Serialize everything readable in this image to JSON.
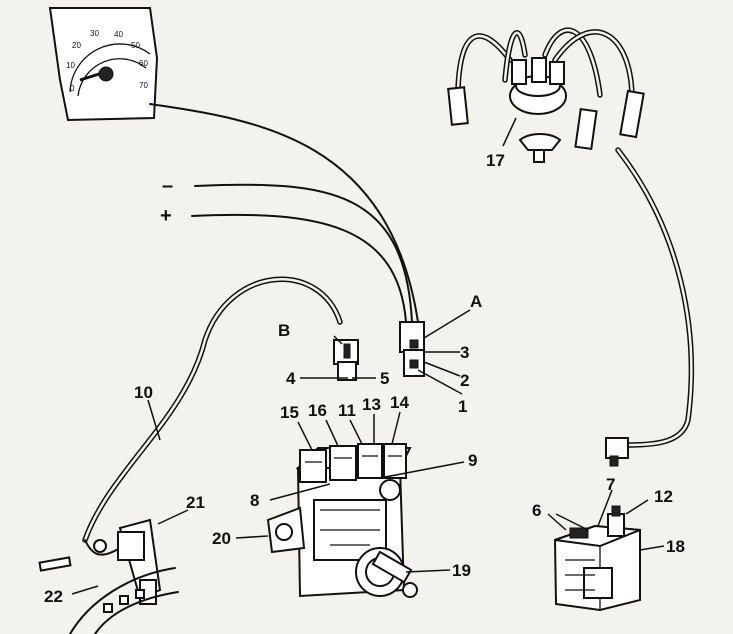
{
  "colors": {
    "ink": "#111111",
    "paper": "#f4f2ec"
  },
  "gauge": {
    "ticks": [
      "0",
      "10",
      "20",
      "30",
      "40",
      "50",
      "60",
      "70"
    ]
  },
  "signs": {
    "negative": "–",
    "positive": "+"
  },
  "callouts": {
    "n1": "1",
    "n2": "2",
    "n3": "3",
    "n4": "4",
    "n5": "5",
    "n6": "6",
    "n7": "7",
    "n8": "8",
    "n9": "9",
    "n10": "10",
    "n11": "11",
    "n12": "12",
    "n13": "13",
    "n14": "14",
    "n15": "15",
    "n16": "16",
    "n17": "17",
    "n18": "18",
    "n19": "19",
    "n20": "20",
    "n21": "21",
    "n22": "22",
    "A": "A",
    "B": "B"
  }
}
